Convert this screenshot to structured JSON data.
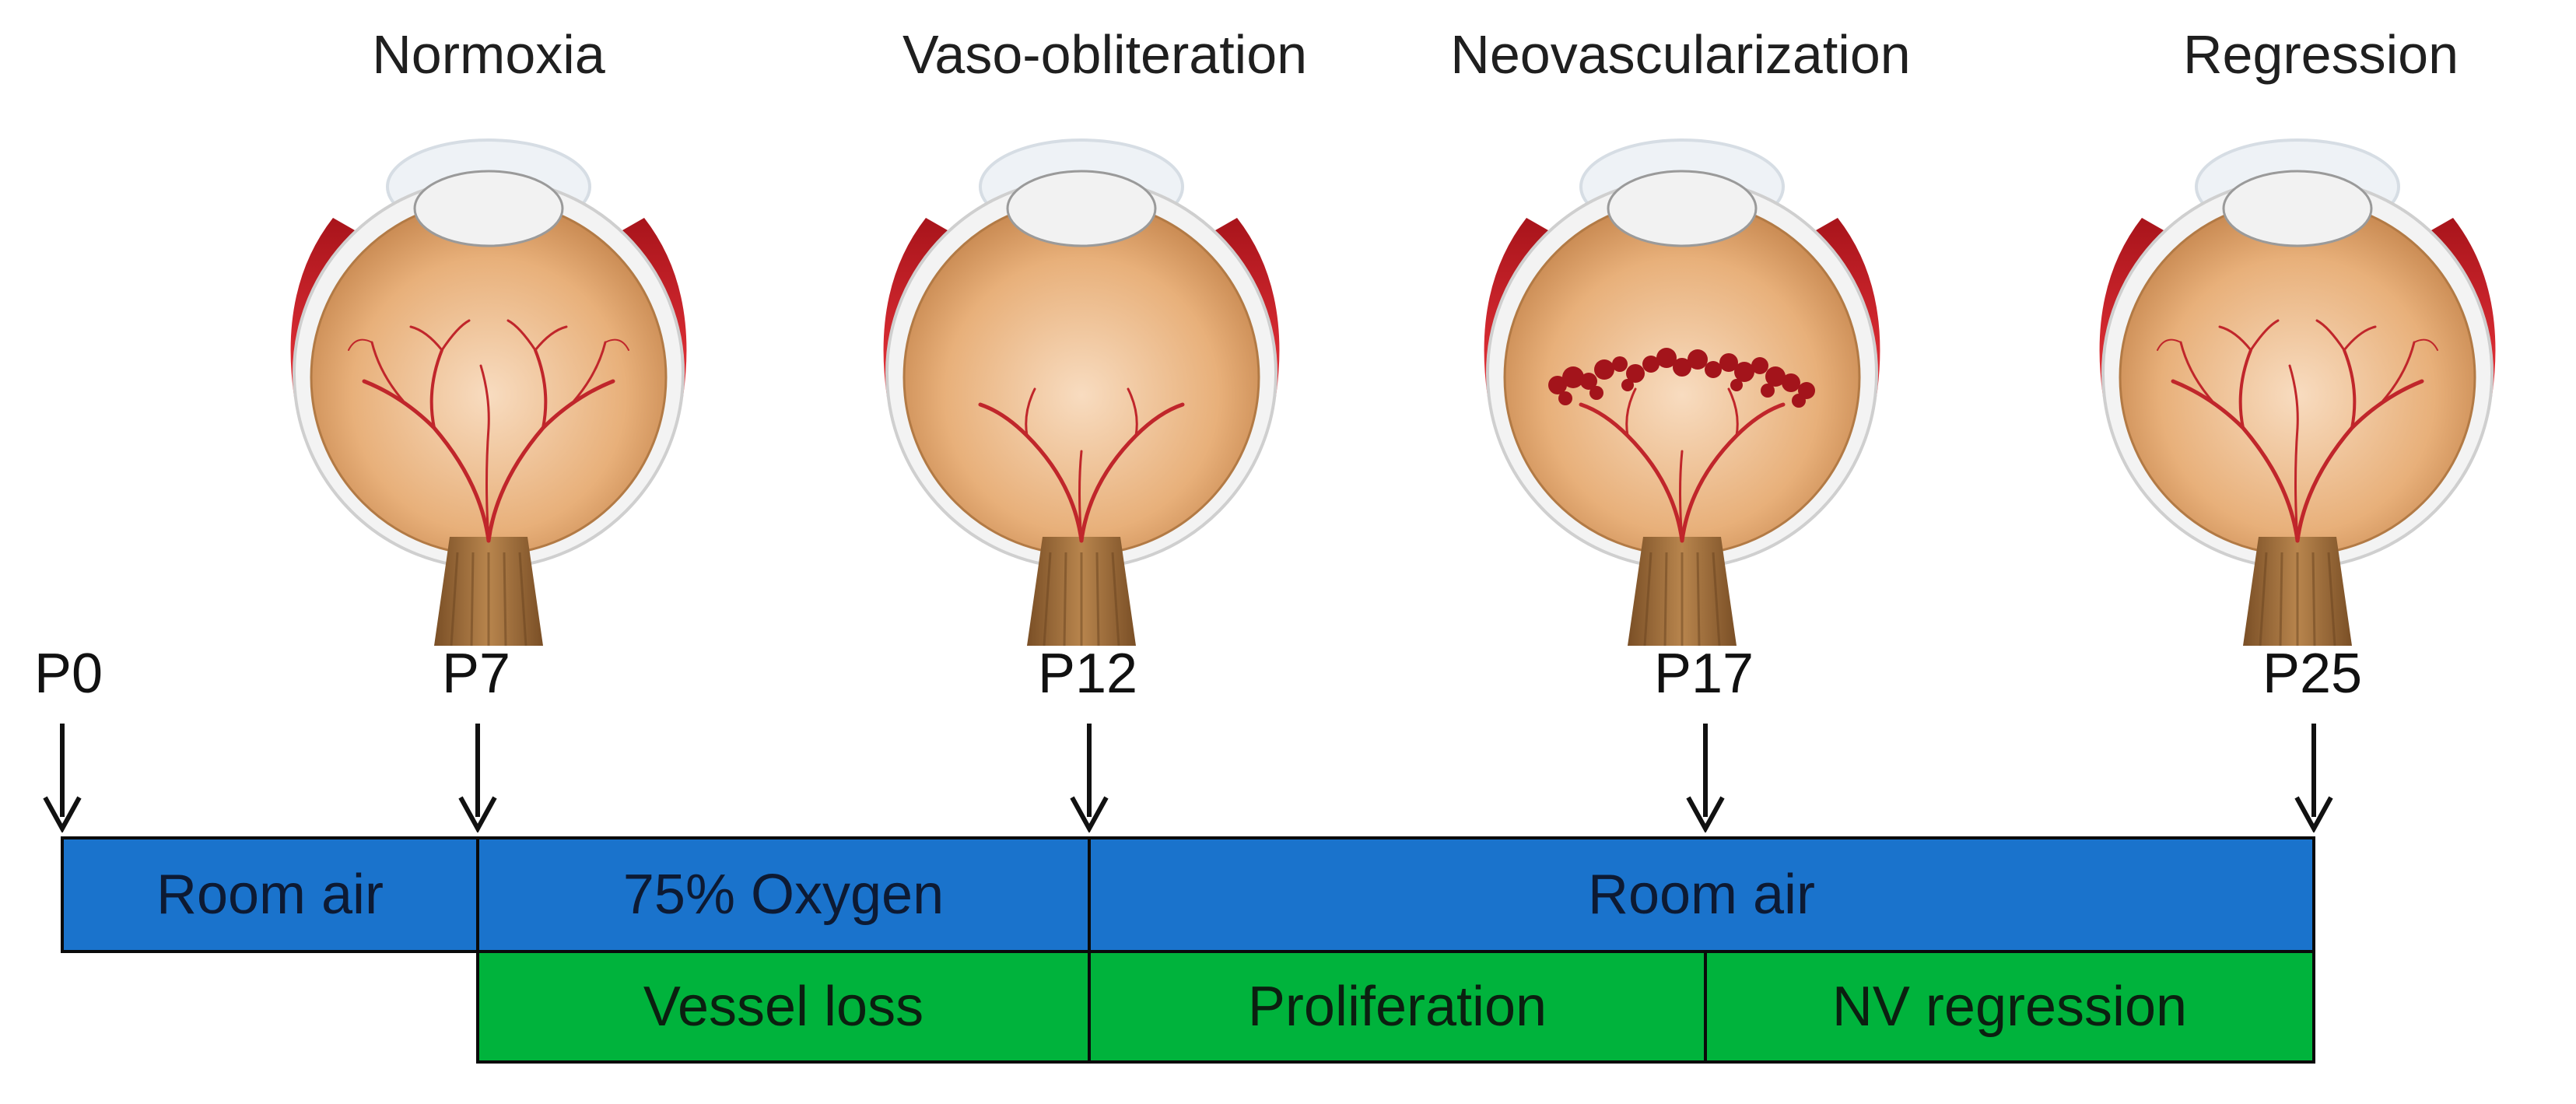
{
  "stages": [
    "Normoxia",
    "Vaso-obliteration",
    "Neovascularization",
    "Regression"
  ],
  "timepoints": [
    "P0",
    "P7",
    "P12",
    "P17",
    "P25"
  ],
  "conditions": [
    "Room air",
    "75% Oxygen",
    "Room air"
  ],
  "phases": [
    "Vessel loss",
    "Proliferation",
    "NV regression"
  ],
  "colors": {
    "condition_bar": "#1a73cc",
    "phase_bar": "#00b33c",
    "eye_globe": "#e8b07a",
    "muscle": "#d9232a",
    "vessels": "#c0262b",
    "optic_nerve": "#9a6b3a"
  }
}
